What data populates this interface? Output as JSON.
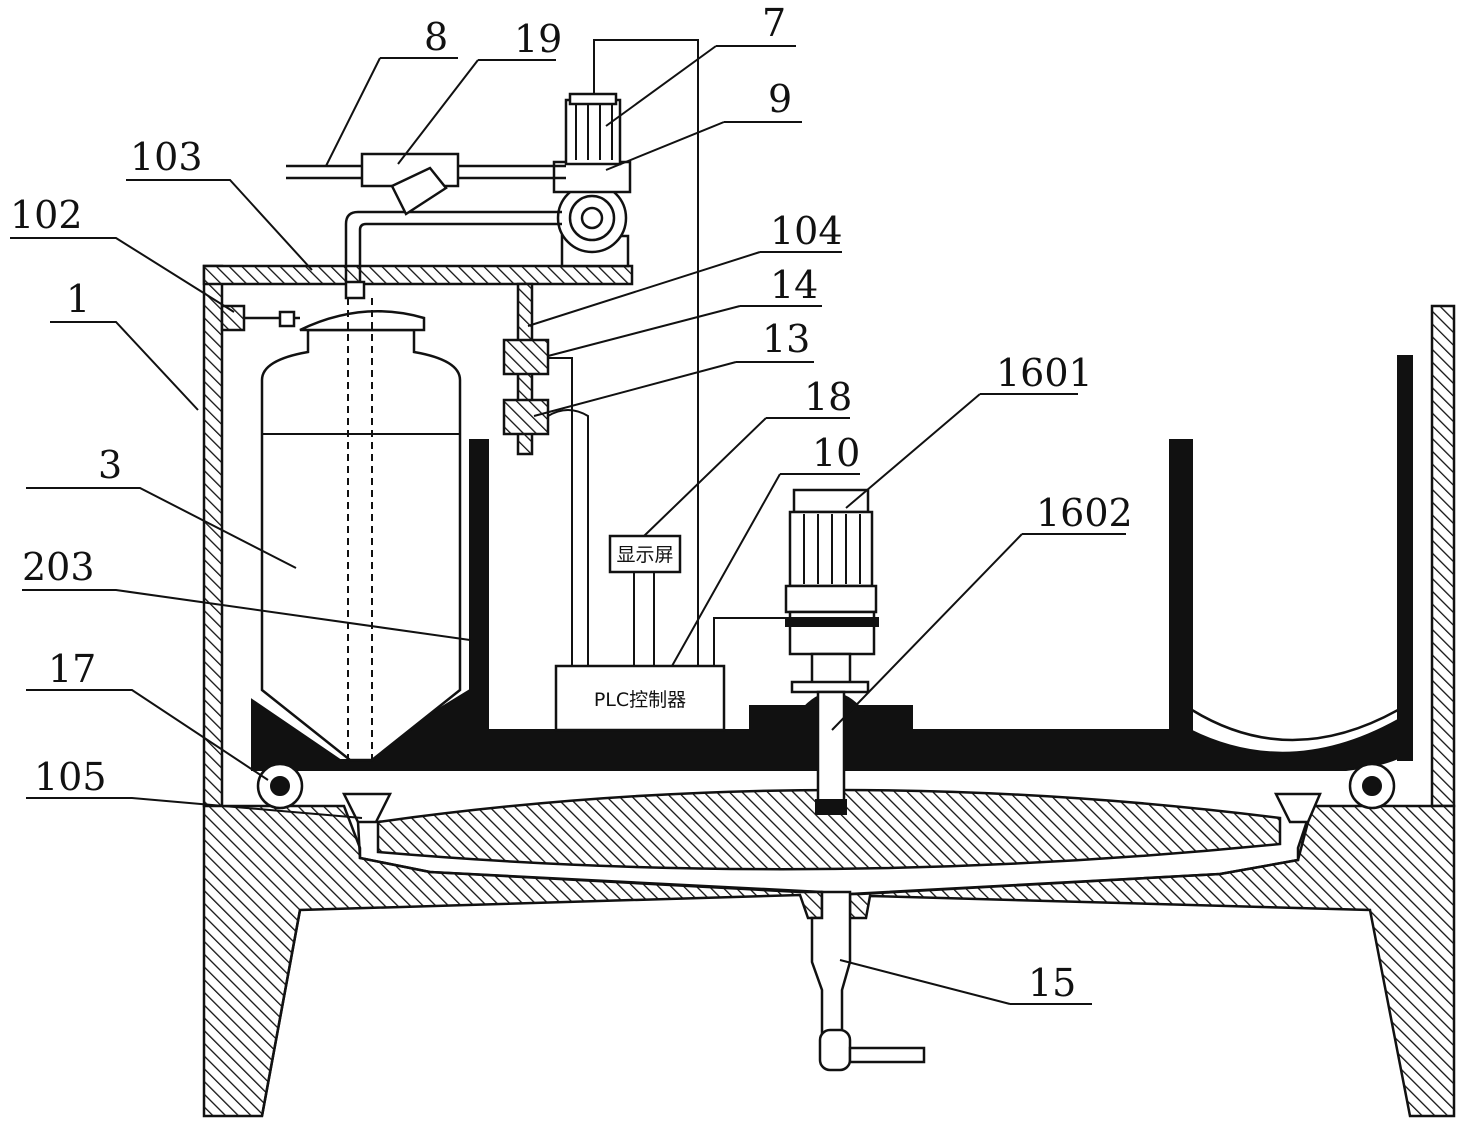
{
  "colors": {
    "ink": "#111111",
    "background": "#ffffff"
  },
  "display_label": "显示屏",
  "controller_label": "PLC控制器",
  "callouts": [
    {
      "id": "8",
      "text": "8"
    },
    {
      "id": "19",
      "text": "19"
    },
    {
      "id": "7",
      "text": "7"
    },
    {
      "id": "9",
      "text": "9"
    },
    {
      "id": "103",
      "text": "103"
    },
    {
      "id": "102",
      "text": "102"
    },
    {
      "id": "104",
      "text": "104"
    },
    {
      "id": "14",
      "text": "14"
    },
    {
      "id": "13",
      "text": "13"
    },
    {
      "id": "1",
      "text": "1"
    },
    {
      "id": "18",
      "text": "18"
    },
    {
      "id": "1601",
      "text": "1601"
    },
    {
      "id": "10",
      "text": "10"
    },
    {
      "id": "3",
      "text": "3"
    },
    {
      "id": "1602",
      "text": "1602"
    },
    {
      "id": "203",
      "text": "203"
    },
    {
      "id": "17",
      "text": "17"
    },
    {
      "id": "105",
      "text": "105"
    },
    {
      "id": "15",
      "text": "15"
    }
  ]
}
